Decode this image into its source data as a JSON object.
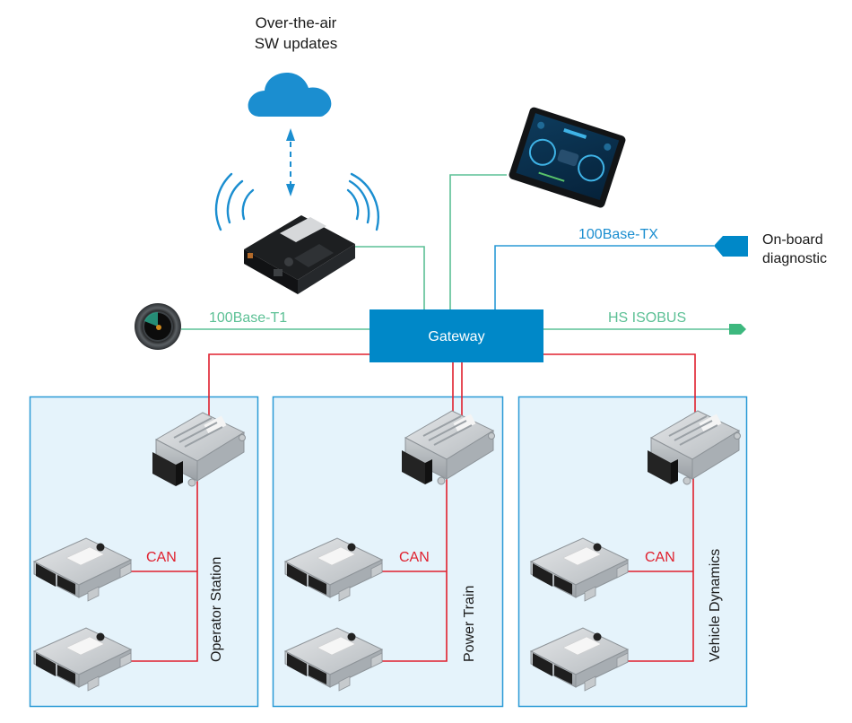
{
  "colors": {
    "blue": "#0088c8",
    "green": "#5cc095",
    "red": "#e0202e",
    "domain_fill": "#e5f3fb",
    "domain_border": "#2a9ad6",
    "text_dark": "#1a1a1a",
    "white": "#ffffff"
  },
  "cloud": {
    "label_line1": "Over-the-air",
    "label_line2": "SW updates",
    "icon": "cloud-icon"
  },
  "telematics": {
    "icon": "telematics-unit-icon"
  },
  "display": {
    "icon": "touchscreen-display-icon"
  },
  "camera": {
    "icon": "camera-icon"
  },
  "gateway": {
    "label": "Gateway"
  },
  "links": {
    "camera_link": "100Base-T1",
    "obd_link": "100Base-TX",
    "isobus_link": "HS ISOBUS"
  },
  "endpoints": {
    "obd_line1": "On-board",
    "obd_line2": "diagnostic"
  },
  "domains": [
    {
      "name": "Operator Station",
      "bus_label": "CAN"
    },
    {
      "name": "Power Train",
      "bus_label": "CAN"
    },
    {
      "name": "Vehicle Dynamics",
      "bus_label": "CAN"
    }
  ]
}
